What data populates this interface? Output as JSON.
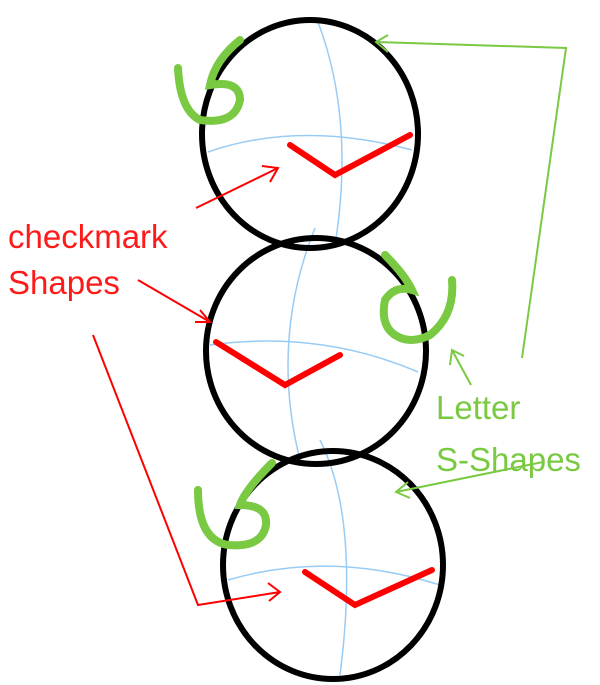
{
  "labels": {
    "checkmark_line1": "checkmark",
    "checkmark_line2": "Shapes",
    "s_line1": "Letter",
    "s_line2": "S-Shapes"
  },
  "colors": {
    "outline": "#000000",
    "checkmark": "#ff0000",
    "s_shape": "#7ac943",
    "guide": "#99ccf5"
  }
}
